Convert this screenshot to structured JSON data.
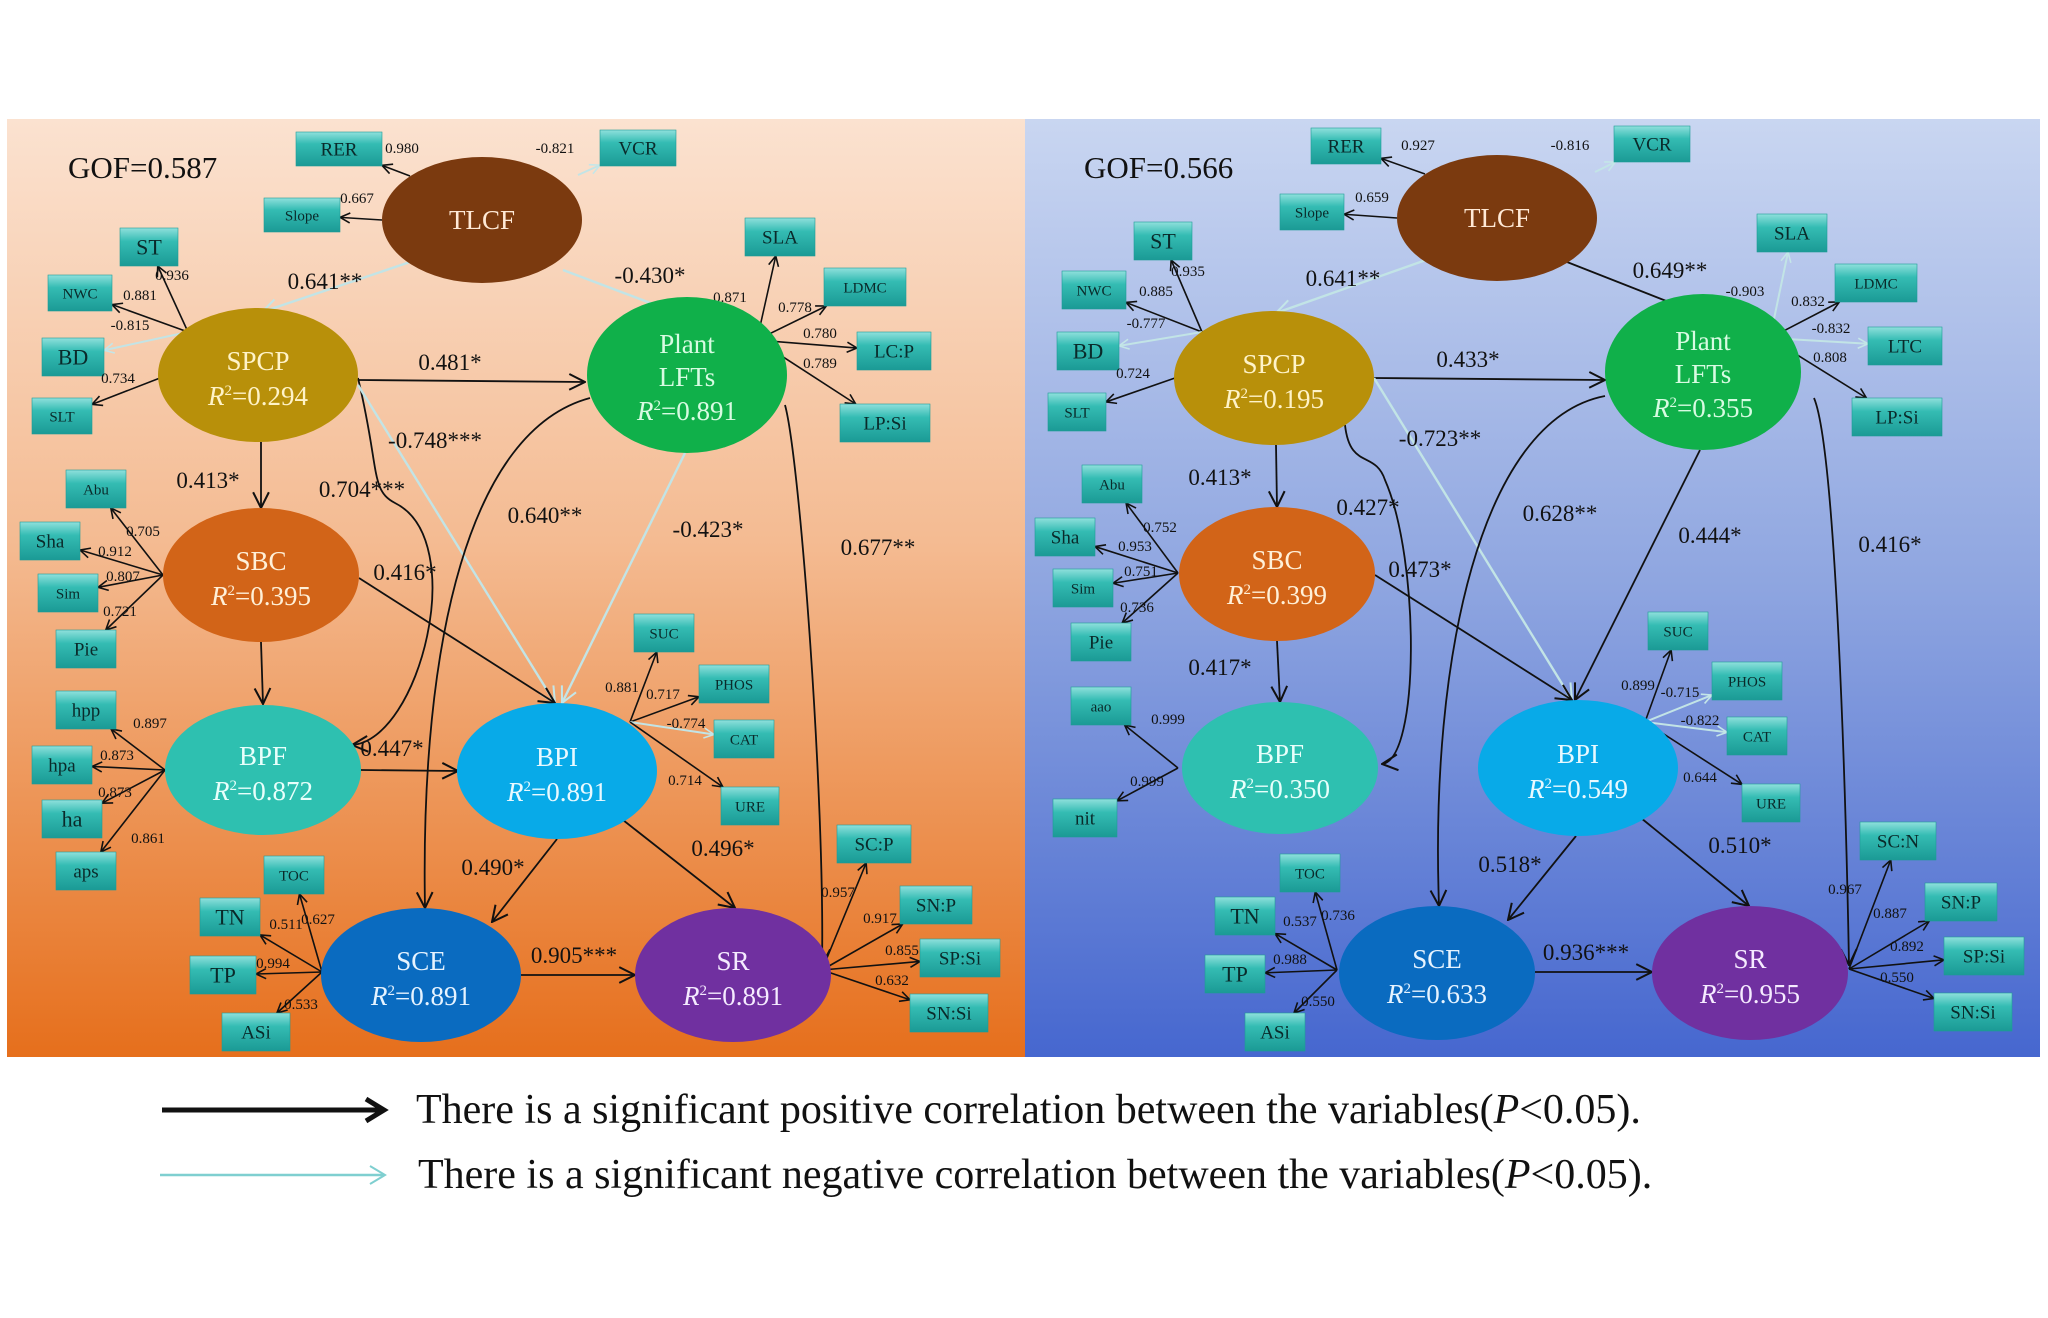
{
  "figure": {
    "type": "structural-equation-model-path-diagram",
    "colors": {
      "positive_arrow": "#111111",
      "negative_arrow": "#b7e2e6",
      "indicator_box": "#2bb5ae",
      "left_panel_top": "#fbe0cc",
      "left_panel_bottom": "#e67020",
      "right_panel_top": "#c8d5f0",
      "right_panel_bottom": "#4a6bd0",
      "TLCF": "#7b3a0f",
      "SPCP": "#b8900a",
      "PlantLFTs": "#10b04a",
      "SBC": "#d26418",
      "BPF": "#2ec0b0",
      "BPI": "#08aae8",
      "SCE": "#0a6bc0",
      "SR": "#7030a0"
    }
  },
  "legend": {
    "positive": {
      "text_before": "There is a significant positive correlation between the variables(",
      "p_symbol": "P",
      "text_after": "<0.05)."
    },
    "negative": {
      "text_before": "There is a significant negative correlation between the variables(",
      "p_symbol": "P",
      "text_after": "<0.05)."
    }
  },
  "panels": [
    {
      "id": "left",
      "gof": "GOF=0.587",
      "latents": {
        "TLCF": {
          "name": "TLCF",
          "r2": ""
        },
        "SPCP": {
          "name": "SPCP",
          "r2": "=0.294"
        },
        "PLFT": {
          "name": "Plant LFTs",
          "line1": "Plant",
          "line2": "LFTs",
          "r2": "=0.891"
        },
        "SBC": {
          "name": "SBC",
          "r2": "=0.395"
        },
        "BPF": {
          "name": "BPF",
          "r2": "=0.872"
        },
        "BPI": {
          "name": "BPI",
          "r2": "=0.891"
        },
        "SCE": {
          "name": "SCE",
          "r2": "=0.891"
        },
        "SR": {
          "name": "SR",
          "r2": "=0.891"
        }
      },
      "paths": [
        {
          "from": "TLCF",
          "to": "SPCP",
          "coef": "0.641**",
          "sign": "negative"
        },
        {
          "from": "TLCF",
          "to": "PLFT",
          "coef": "-0.430*",
          "sign": "negative"
        },
        {
          "from": "SPCP",
          "to": "PLFT",
          "coef": "0.481*",
          "sign": "positive"
        },
        {
          "from": "SPCP",
          "to": "SBC",
          "coef": "0.413*",
          "sign": "positive"
        },
        {
          "from": "SPCP",
          "to": "BPF",
          "coef": "0.704***",
          "sign": "positive"
        },
        {
          "from": "SPCP",
          "to": "BPI",
          "coef": "-0.748***",
          "sign": "negative"
        },
        {
          "from": "PLFT",
          "to": "SCE",
          "coef": "0.640**",
          "sign": "positive"
        },
        {
          "from": "PLFT",
          "to": "BPI",
          "coef": "-0.423*",
          "sign": "negative"
        },
        {
          "from": "PLFT",
          "to": "SR",
          "coef": "0.677**",
          "sign": "positive"
        },
        {
          "from": "SBC",
          "to": "BPI",
          "coef": "0.416*",
          "sign": "positive"
        },
        {
          "from": "SBC",
          "to": "BPF",
          "coef": "",
          "sign": "positive"
        },
        {
          "from": "BPF",
          "to": "BPI",
          "coef": "0.447*",
          "sign": "positive"
        },
        {
          "from": "BPI",
          "to": "SCE",
          "coef": "0.490*",
          "sign": "positive"
        },
        {
          "from": "BPI",
          "to": "SR",
          "coef": "0.496*",
          "sign": "positive"
        },
        {
          "from": "SCE",
          "to": "SR",
          "coef": "0.905***",
          "sign": "positive"
        }
      ],
      "indicators": [
        {
          "latent": "TLCF",
          "label": "RER",
          "loading": "0.980",
          "sign": "positive"
        },
        {
          "latent": "TLCF",
          "label": "Slope",
          "loading": "0.667",
          "sign": "positive"
        },
        {
          "latent": "TLCF",
          "label": "VCR",
          "loading": "-0.821",
          "sign": "negative"
        },
        {
          "latent": "SPCP",
          "label": "ST",
          "loading": "0.936",
          "sign": "positive"
        },
        {
          "latent": "SPCP",
          "label": "NWC",
          "loading": "0.881",
          "sign": "positive"
        },
        {
          "latent": "SPCP",
          "label": "BD",
          "loading": "-0.815",
          "sign": "negative"
        },
        {
          "latent": "SPCP",
          "label": "SLT",
          "loading": "0.734",
          "sign": "positive"
        },
        {
          "latent": "PLFT",
          "label": "SLA",
          "loading": "0.871",
          "sign": "positive"
        },
        {
          "latent": "PLFT",
          "label": "LDMC",
          "loading": "0.778",
          "sign": "positive"
        },
        {
          "latent": "PLFT",
          "label": "LC:P",
          "loading": "0.780",
          "sign": "positive"
        },
        {
          "latent": "PLFT",
          "label": "LP:Si",
          "loading": "0.789",
          "sign": "positive"
        },
        {
          "latent": "SBC",
          "label": "Abu",
          "loading": "0.705",
          "sign": "positive"
        },
        {
          "latent": "SBC",
          "label": "Sha",
          "loading": "0.912",
          "sign": "positive"
        },
        {
          "latent": "SBC",
          "label": "Sim",
          "loading": "0.807",
          "sign": "positive"
        },
        {
          "latent": "SBC",
          "label": "Pie",
          "loading": "0.721",
          "sign": "positive"
        },
        {
          "latent": "BPF",
          "label": "hpp",
          "loading": "0.897",
          "sign": "positive"
        },
        {
          "latent": "BPF",
          "label": "hpa",
          "loading": "0.873",
          "sign": "positive"
        },
        {
          "latent": "BPF",
          "label": "ha",
          "loading": "0.873",
          "sign": "positive"
        },
        {
          "latent": "BPF",
          "label": "aps",
          "loading": "0.861",
          "sign": "positive"
        },
        {
          "latent": "BPI",
          "label": "SUC",
          "loading": "0.881",
          "sign": "positive"
        },
        {
          "latent": "BPI",
          "label": "PHOS",
          "loading": "0.717",
          "sign": "positive"
        },
        {
          "latent": "BPI",
          "label": "CAT",
          "loading": "-0.774",
          "sign": "negative"
        },
        {
          "latent": "BPI",
          "label": "URE",
          "loading": "0.714",
          "sign": "positive"
        },
        {
          "latent": "SCE",
          "label": "TOC",
          "loading": "0.627",
          "sign": "positive"
        },
        {
          "latent": "SCE",
          "label": "TN",
          "loading": "0.511",
          "sign": "positive"
        },
        {
          "latent": "SCE",
          "label": "TP",
          "loading": "0.994",
          "sign": "positive"
        },
        {
          "latent": "SCE",
          "label": "ASi",
          "loading": "0.533",
          "sign": "positive"
        },
        {
          "latent": "SR",
          "label": "SC:P",
          "loading": "0.957",
          "sign": "positive"
        },
        {
          "latent": "SR",
          "label": "SN:P",
          "loading": "0.917",
          "sign": "positive"
        },
        {
          "latent": "SR",
          "label": "SP:Si",
          "loading": "0.855",
          "sign": "positive"
        },
        {
          "latent": "SR",
          "label": "SN:Si",
          "loading": "0.632",
          "sign": "positive"
        }
      ]
    },
    {
      "id": "right",
      "gof": "GOF=0.566",
      "latents": {
        "TLCF": {
          "name": "TLCF",
          "r2": ""
        },
        "SPCP": {
          "name": "SPCP",
          "r2": "=0.195"
        },
        "PLFT": {
          "name": "Plant LFTs",
          "line1": "Plant",
          "line2": "LFTs",
          "r2": "=0.355"
        },
        "SBC": {
          "name": "SBC",
          "r2": "=0.399"
        },
        "BPF": {
          "name": "BPF",
          "r2": "=0.350"
        },
        "BPI": {
          "name": "BPI",
          "r2": "=0.549"
        },
        "SCE": {
          "name": "SCE",
          "r2": "=0.633"
        },
        "SR": {
          "name": "SR",
          "r2": "=0.955"
        }
      },
      "paths": [
        {
          "from": "TLCF",
          "to": "SPCP",
          "coef": "0.641**",
          "sign": "negative"
        },
        {
          "from": "TLCF",
          "to": "PLFT",
          "coef": "0.649**",
          "sign": "positive"
        },
        {
          "from": "SPCP",
          "to": "PLFT",
          "coef": "0.433*",
          "sign": "positive"
        },
        {
          "from": "SPCP",
          "to": "SBC",
          "coef": "0.413*",
          "sign": "positive"
        },
        {
          "from": "SPCP",
          "to": "BPF",
          "coef": "0.427*",
          "sign": "positive"
        },
        {
          "from": "SPCP",
          "to": "BPI",
          "coef": "-0.723**",
          "sign": "negative"
        },
        {
          "from": "PLFT",
          "to": "SCE",
          "coef": "0.628**",
          "sign": "positive"
        },
        {
          "from": "PLFT",
          "to": "BPI",
          "coef": "0.444*",
          "sign": "positive"
        },
        {
          "from": "PLFT",
          "to": "SR",
          "coef": "0.416*",
          "sign": "positive"
        },
        {
          "from": "SBC",
          "to": "BPI",
          "coef": "0.473*",
          "sign": "positive"
        },
        {
          "from": "SBC",
          "to": "BPF",
          "coef": "0.417*",
          "sign": "positive"
        },
        {
          "from": "BPI",
          "to": "SCE",
          "coef": "0.518*",
          "sign": "positive"
        },
        {
          "from": "BPI",
          "to": "SR",
          "coef": "0.510*",
          "sign": "positive"
        },
        {
          "from": "SCE",
          "to": "SR",
          "coef": "0.936***",
          "sign": "positive"
        }
      ],
      "indicators": [
        {
          "latent": "TLCF",
          "label": "RER",
          "loading": "0.927",
          "sign": "positive"
        },
        {
          "latent": "TLCF",
          "label": "Slope",
          "loading": "0.659",
          "sign": "positive"
        },
        {
          "latent": "TLCF",
          "label": "VCR",
          "loading": "-0.816",
          "sign": "negative"
        },
        {
          "latent": "SPCP",
          "label": "ST",
          "loading": "0.935",
          "sign": "positive"
        },
        {
          "latent": "SPCP",
          "label": "NWC",
          "loading": "0.885",
          "sign": "positive"
        },
        {
          "latent": "SPCP",
          "label": "BD",
          "loading": "-0.777",
          "sign": "negative"
        },
        {
          "latent": "SPCP",
          "label": "SLT",
          "loading": "0.724",
          "sign": "positive"
        },
        {
          "latent": "PLFT",
          "label": "SLA",
          "loading": "-0.903",
          "sign": "negative"
        },
        {
          "latent": "PLFT",
          "label": "LDMC",
          "loading": "0.832",
          "sign": "positive"
        },
        {
          "latent": "PLFT",
          "label": "LTC",
          "loading": "-0.832",
          "sign": "negative"
        },
        {
          "latent": "PLFT",
          "label": "LP:Si",
          "loading": "0.808",
          "sign": "positive"
        },
        {
          "latent": "SBC",
          "label": "Abu",
          "loading": "0.752",
          "sign": "positive"
        },
        {
          "latent": "SBC",
          "label": "Sha",
          "loading": "0.953",
          "sign": "positive"
        },
        {
          "latent": "SBC",
          "label": "Sim",
          "loading": "0.751",
          "sign": "positive"
        },
        {
          "latent": "SBC",
          "label": "Pie",
          "loading": "0.736",
          "sign": "positive"
        },
        {
          "latent": "BPF",
          "label": "aao",
          "loading": "0.999",
          "sign": "positive"
        },
        {
          "latent": "BPF",
          "label": "nit",
          "loading": "0.999",
          "sign": "positive"
        },
        {
          "latent": "BPI",
          "label": "SUC",
          "loading": "0.899",
          "sign": "positive"
        },
        {
          "latent": "BPI",
          "label": "PHOS",
          "loading": "-0.715",
          "sign": "negative"
        },
        {
          "latent": "BPI",
          "label": "CAT",
          "loading": "-0.822",
          "sign": "negative"
        },
        {
          "latent": "BPI",
          "label": "URE",
          "loading": "0.644",
          "sign": "positive"
        },
        {
          "latent": "SCE",
          "label": "TOC",
          "loading": "0.736",
          "sign": "positive"
        },
        {
          "latent": "SCE",
          "label": "TN",
          "loading": "0.537",
          "sign": "positive"
        },
        {
          "latent": "SCE",
          "label": "TP",
          "loading": "0.988",
          "sign": "positive"
        },
        {
          "latent": "SCE",
          "label": "ASi",
          "loading": "0.550",
          "sign": "positive"
        },
        {
          "latent": "SR",
          "label": "SC:N",
          "loading": "0.967",
          "sign": "positive"
        },
        {
          "latent": "SR",
          "label": "SN:P",
          "loading": "0.887",
          "sign": "positive"
        },
        {
          "latent": "SR",
          "label": "SP:Si",
          "loading": "0.892",
          "sign": "positive"
        },
        {
          "latent": "SR",
          "label": "SN:Si",
          "loading": "0.550",
          "sign": "positive"
        }
      ]
    }
  ]
}
